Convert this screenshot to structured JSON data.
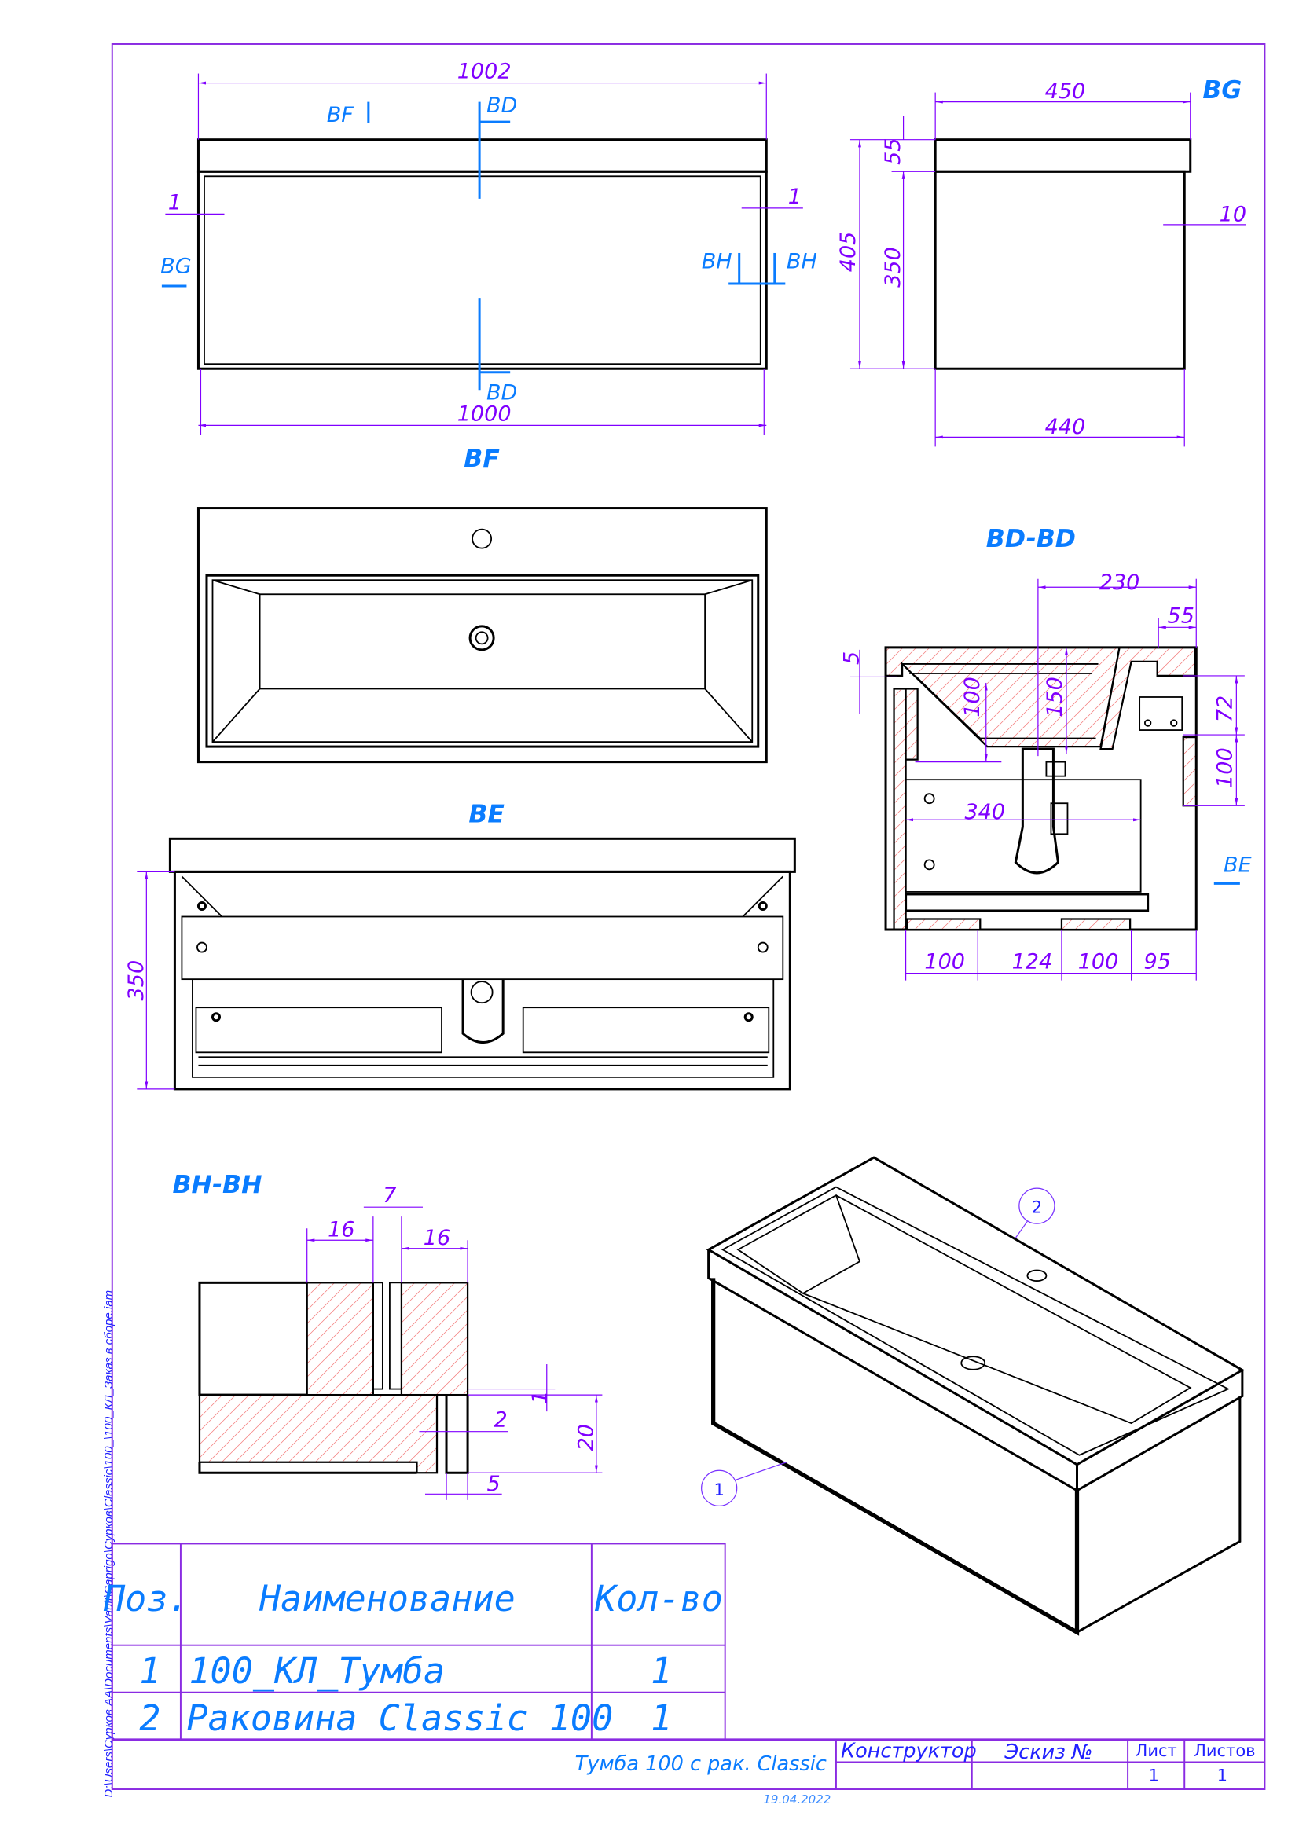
{
  "file_path": "D:\\Users\\Сурков АА\\Documents\\Vault\\Caprigo\\Сурков\\Classic\\100_\\100_КЛ_Заказ в сборе.iam",
  "views": {
    "top": {
      "d_total": "1002",
      "d_body": "1000",
      "d_gap_left": "1",
      "d_gap_right": "1",
      "cut_bf": "BF",
      "cut_bd_top": "BD",
      "cut_bd_bottom": "BD",
      "cut_bg": "BG",
      "cut_bh_left": "BH",
      "cut_bh_right": "BH"
    },
    "side": {
      "title": "BG",
      "d_width": "450",
      "d_top": "55",
      "d_height": "405",
      "d_body": "350",
      "d_offset": "10",
      "d_depth": "440"
    },
    "bf": {
      "title": "BF"
    },
    "bd": {
      "title": "BD-BD",
      "d_230": "230",
      "d_55": "55",
      "d_5": "5",
      "d_100a": "100",
      "d_150": "150",
      "d_72": "72",
      "d_100b": "100",
      "d_340": "340",
      "cut_be": "BE",
      "d_b1": "100",
      "d_b2": "124",
      "d_b3": "100",
      "d_b4": "95"
    },
    "be": {
      "title": "BE",
      "d_height": "350"
    },
    "bh": {
      "title": "BH-BH",
      "d_7": "7",
      "d_16a": "16",
      "d_16b": "16",
      "d_1": "1",
      "d_2": "2",
      "d_20": "20",
      "d_5": "5"
    },
    "iso": {
      "balloon_1": "1",
      "balloon_2": "2"
    }
  },
  "parts_table": {
    "headers": {
      "pos": "Поз.",
      "name": "Наименование",
      "qty": "Кол-во"
    },
    "rows": [
      {
        "pos": "1",
        "name": "100_КЛ_Тумба",
        "qty": "1"
      },
      {
        "pos": "2",
        "name": "Раковина Classic 100",
        "qty": "1"
      }
    ]
  },
  "title_block": {
    "title": "Тумба 100 с рак. Classic",
    "designer_label": "Конструктор",
    "sketch_label": "Эскиз №",
    "sheet_label": "Лист",
    "sheets_label": "Листов",
    "sheet": "1",
    "sheets": "1",
    "date": "19.04.2022"
  }
}
